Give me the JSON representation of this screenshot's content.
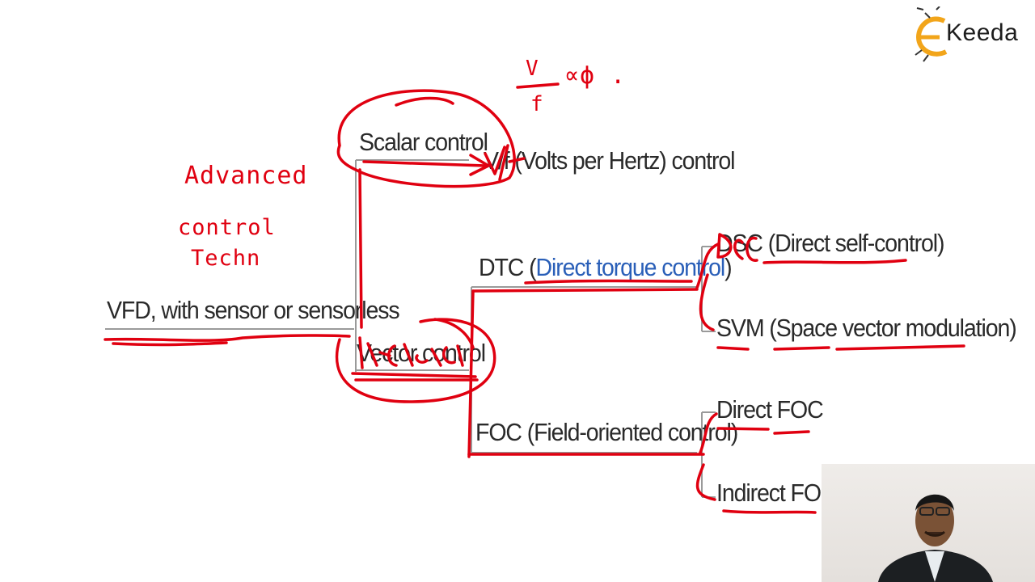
{
  "logo": {
    "text": "Keeda",
    "brand_color": "#f2a51a",
    "icon": "e-logo-icon"
  },
  "diagram": {
    "root": "VFD, with sensor or sensorless",
    "scalar": "Scalar control",
    "vf_prefix": "V/f",
    "vf_rest": "(Volts per Hertz) control",
    "vector": "Vector control",
    "dtc_abbr": "DTC (",
    "dtc_full": "Direct torque control",
    "dtc_close": ")",
    "dsc": "DSC (Direct self-control)",
    "svm": "SVM (Space vector modulation)",
    "foc": "FOC (Field-oriented control)",
    "direct_foc": "Direct FOC",
    "indirect_foc": "Indirect FOC"
  },
  "annotations": {
    "line1": "Advanced",
    "line2": "control",
    "line3": "Techn",
    "formula_num": "V",
    "formula_den": "f",
    "formula_rest": "∝ϕ ."
  },
  "colors": {
    "ink": "#e00010",
    "text": "#2a2a2a",
    "link": "#2a5fb8"
  }
}
